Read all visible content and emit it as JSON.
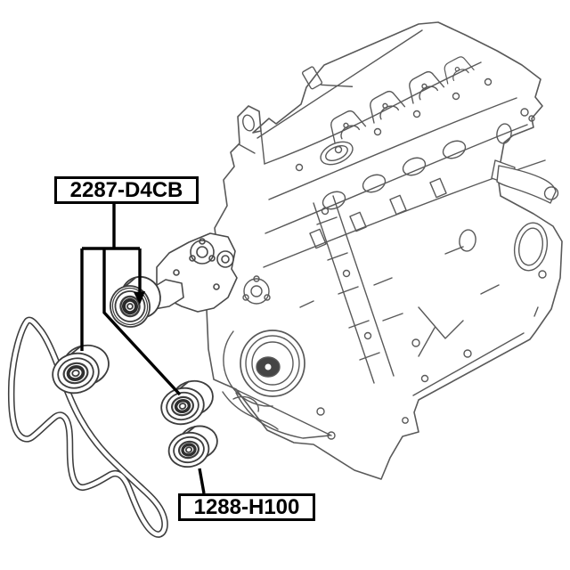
{
  "page": {
    "background": "#ffffff"
  },
  "diagram": {
    "type": "auto-parts-diagram",
    "line_color": "#595959",
    "part_line_color": "#3d3d3d",
    "leader_color": "#000000",
    "labels": {
      "tensioner": {
        "part_number": "2287-D4CB"
      },
      "idler": {
        "part_number": "1288-H100"
      }
    },
    "components": [
      "engine-assembly",
      "serpentine-belt",
      "belt-tensioner-assembly",
      "tensioner-pulley",
      "idler-pulley-upper",
      "idler-pulley-middle",
      "idler-pulley-lower"
    ]
  }
}
